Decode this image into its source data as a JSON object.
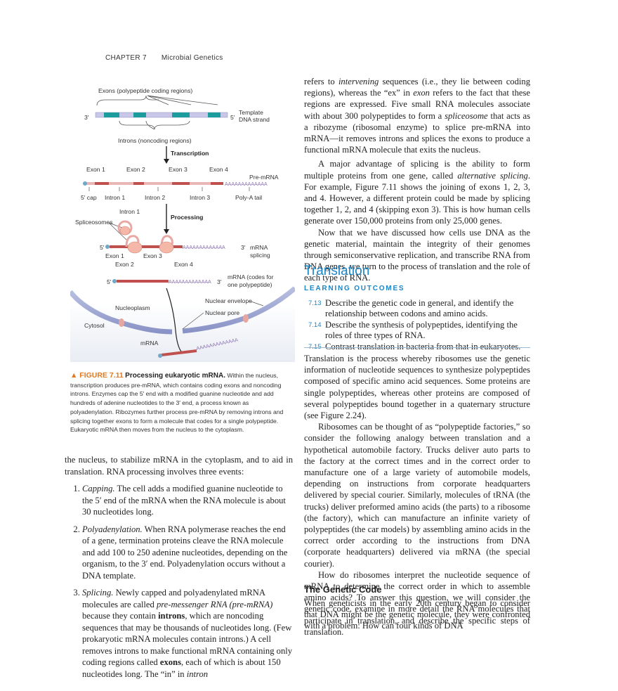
{
  "header": {
    "chapter": "CHAPTER 7",
    "title": "Microbial Genetics"
  },
  "figure": {
    "labels": {
      "exons_coding": "Exons (polypeptide coding regions)",
      "three_prime_top": "3′",
      "five_prime_top": "5′",
      "template_line1": "Template",
      "template_line2": "DNA strand",
      "introns_noncoding": "Introns (noncoding regions)",
      "transcription": "Transcription",
      "exon1": "Exon 1",
      "exon2": "Exon 2",
      "exon3": "Exon 3",
      "exon4": "Exon 4",
      "pre_mrna": "Pre-mRNA",
      "five_prime_cap": "5′ cap",
      "intron1": "Intron 1",
      "intron2": "Intron 2",
      "intron3": "Intron 3",
      "polya_tail": "Poly-A tail",
      "intron1_b": "Intron 1",
      "spliceosomes": "Spliceosomes",
      "processing": "Processing",
      "five_prime_splice": "5′",
      "three_prime_splice": "3′",
      "mrna_splicing_line1": "mRNA",
      "mrna_splicing_line2": "splicing",
      "exon1_b": "Exon 1",
      "exon3_b": "Exon 3",
      "exon2_b": "Exon 2",
      "exon4_b": "Exon 4",
      "five_prime_final": "5′",
      "three_prime_final": "3′",
      "mrna_codes_line1": "mRNA (codes for",
      "mrna_codes_line2": "one polypeptide)",
      "nuclear_envelope": "Nuclear envelope",
      "nucleoplasm": "Nucleoplasm",
      "nuclear_pore": "Nuclear pore",
      "cytosol": "Cytosol",
      "mrna_out": "mRNA",
      "poly_a": "AAAAAAAAAAAAA"
    }
  },
  "caption": {
    "label": "▲ FIGURE 7.11",
    "title": "Processing eukaryotic mRNA.",
    "text": "Within the nucleus, transcription produces pre-mRNA, which contains coding exons and noncoding introns. Enzymes cap the 5′ end with a modified guanine nucleotide and add hundreds of adenine nucleotides to the 3′ end, a process known as polyadenylation. Ribozymes further process pre-mRNA by removing introns and splicing together exons to form a molecule that codes for a single polypeptide. Eukaryotic mRNA then moves from the nucleus to the cytoplasm."
  },
  "left_column": {
    "intro": "the nucleus, to stabilize mRNA in the cytoplasm, and to aid in translation. RNA processing involves three events:",
    "items": [
      {
        "term": "Capping.",
        "text": " The cell adds a modified guanine nucleotide to the 5′ end of the mRNA when the RNA molecule is about 30 nucleotides long."
      },
      {
        "term": "Polyadenylation.",
        "text": " When RNA polymerase reaches the end of a gene, termination proteins cleave the RNA molecule and add 100 to 250 adenine nucleotides, depending on the organism, to the 3′ end. Polyadenylation occurs without a DNA template."
      },
      {
        "term": "Splicing.",
        "text1": " Newly capped and polyadenylated mRNA molecules are called ",
        "italic1": "pre-messenger RNA (pre-mRNA)",
        "text2": " because they contain ",
        "bold1": "introns",
        "text3": ", which are noncoding sequences that may be thousands of nucleotides long. (Few prokaryotic mRNA molecules contain introns.) A cell removes introns to make functional mRNA containing only coding regions called ",
        "bold2": "exons",
        "text4": ", each of which is about 150 nucleotides long. The “in” in ",
        "italic2": "intron"
      }
    ]
  },
  "right_column": {
    "p1": {
      "a": "refers to ",
      "i1": "intervening",
      "b": " sequences (i.e., they lie between coding regions), whereas the “ex” in ",
      "i2": "exon",
      "c": " refers to the fact that these regions are expressed. Five small RNA molecules associate with about 300 polypeptides to form a ",
      "i3": "spliceosome",
      "d": " that acts as a ribozyme (ribosomal enzyme) to splice pre-mRNA into mRNA—it removes introns and splices the exons to produce a functional mRNA molecule that exits the nucleus."
    },
    "p2": {
      "a": "A major advantage of splicing is the ability to form multiple proteins from one gene, called ",
      "i1": "alternative splicing",
      "b": ". For example, Figure 7.11 shows the joining of exons 1, 2, 3, and 4. However, a different protein could be made by splicing together 1, 2, and 4 (skipping exon 3). This is how human cells generate over 150,000 proteins from only 25,000 genes."
    },
    "p3": "Now that we have discussed how cells use DNA as the genetic material, maintain the integrity of their genomes through semiconservative replication, and transcribe RNA from DNA genes, we turn to the process of translation and the role of each type of RNA.",
    "section_title": "Translation",
    "lo_heading": "LEARNING OUTCOMES",
    "outcomes": [
      {
        "num": "7.13",
        "text": "Describe the genetic code in general, and identify the relationship between codons and amino acids."
      },
      {
        "num": "7.14",
        "text": "Describe the synthesis of polypeptides, identifying the roles of three types of RNA."
      },
      {
        "num": "7.15",
        "text": "Contrast translation in bacteria from that in eukaryotes."
      }
    ],
    "p4": "Translation is the process whereby ribosomes use the genetic information of nucleotide sequences to synthesize polypeptides composed of specific amino acid sequences. Some proteins are single polypeptides, whereas other proteins are composed of several polypeptides bound together in a quaternary structure (see Figure 2.24).",
    "p5": "Ribosomes can be thought of as “polypeptide factories,” so consider the following analogy between translation and a hypothetical automobile factory. Trucks deliver auto parts to the factory at the correct times and in the correct order to manufacture one of a large variety of automobile models, depending on instructions from corporate headquarters delivered by special courier. Similarly, molecules of tRNA (the trucks) deliver preformed amino acids (the parts) to a ribosome (the factory), which can manufacture an infinite variety of polypeptides (the car models) by assembling amino acids in the correct order according to the instructions from DNA (corporate headquarters) delivered via mRNA (the special courier).",
    "p6": "How do ribosomes interpret the nucleotide sequence of mRNA to determine the correct order in which to assemble amino acids? To answer this question, we will consider the genetic code, examine in more detail the RNA molecules that participate in translation, and describe the specific steps of translation.",
    "subheading": "The Genetic Code",
    "p7": "When geneticists in the early 20th century began to consider that DNA might be the genetic molecule, they were confronted with a problem: How can four kinds of DNA"
  }
}
